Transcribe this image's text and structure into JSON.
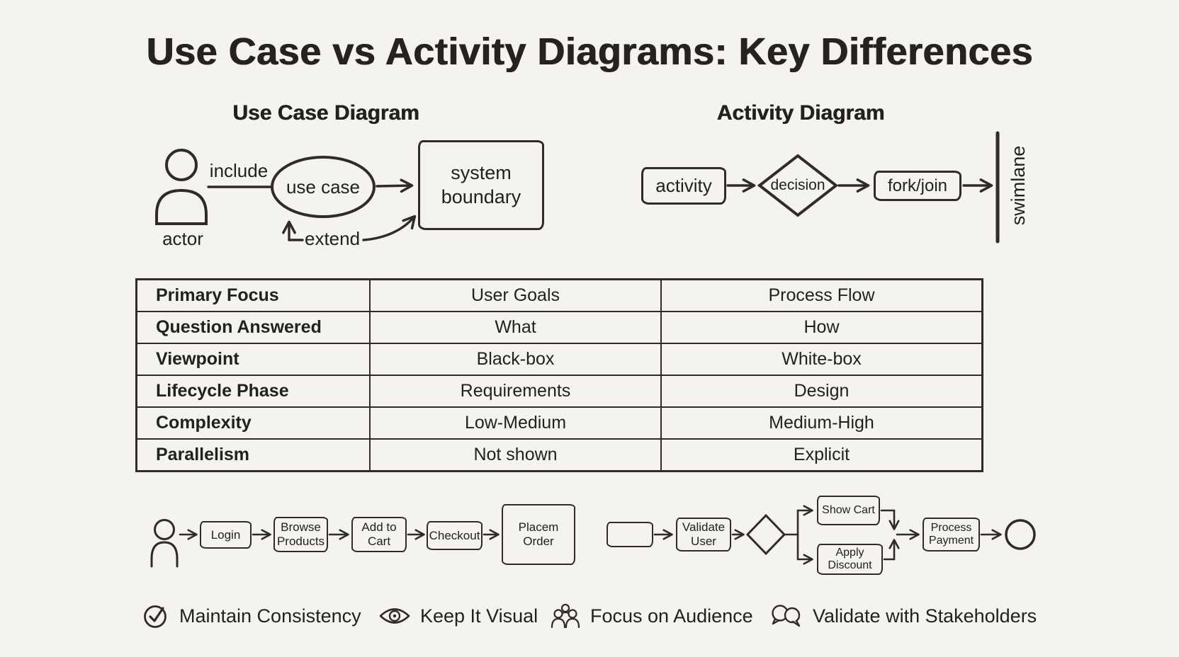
{
  "title": "Use Case vs Activity Diagrams: Key Differences",
  "colors": {
    "background": "#f5f3ee",
    "ink": "#2e2b28"
  },
  "use_case_panel": {
    "heading": "Use Case Diagram",
    "actor_label": "actor",
    "include_label": "include",
    "use_case_label": "use case",
    "extend_label": "extend",
    "system_boundary_label": "system boundary"
  },
  "activity_panel": {
    "heading": "Activity Diagram",
    "activity_label": "activity",
    "decision_label": "decision",
    "fork_join_label": "fork/join",
    "swimlane_label": "swimlane"
  },
  "comparison_table": {
    "rows": [
      {
        "label": "Primary Focus",
        "use_case": "User Goals",
        "activity": "Process Flow"
      },
      {
        "label": "Question Answered",
        "use_case": "What",
        "activity": "How"
      },
      {
        "label": "Viewpoint",
        "use_case": "Black-box",
        "activity": "White-box"
      },
      {
        "label": "Lifecycle Phase",
        "use_case": "Requirements",
        "activity": "Design"
      },
      {
        "label": "Complexity",
        "use_case": "Low-Medium",
        "activity": "Medium-High"
      },
      {
        "label": "Parallelism",
        "use_case": "Not shown",
        "activity": "Explicit"
      }
    ]
  },
  "example_flows": {
    "use_case_flow": {
      "steps": [
        "Login",
        "Browse Products",
        "Add to Cart",
        "Checkout",
        "Placem Order"
      ]
    },
    "activity_flow": {
      "validate": "Validate User",
      "show_cart": "Show Cart",
      "apply_discount": "Apply Discount",
      "process_payment": "Process Payment"
    }
  },
  "tips": [
    {
      "icon": "check-icon",
      "label": "Maintain Consistency"
    },
    {
      "icon": "eye-icon",
      "label": "Keep It Visual"
    },
    {
      "icon": "people-icon",
      "label": "Focus on Audience"
    },
    {
      "icon": "speech-bubbles-icon",
      "label": "Validate with Stakeholders"
    }
  ]
}
